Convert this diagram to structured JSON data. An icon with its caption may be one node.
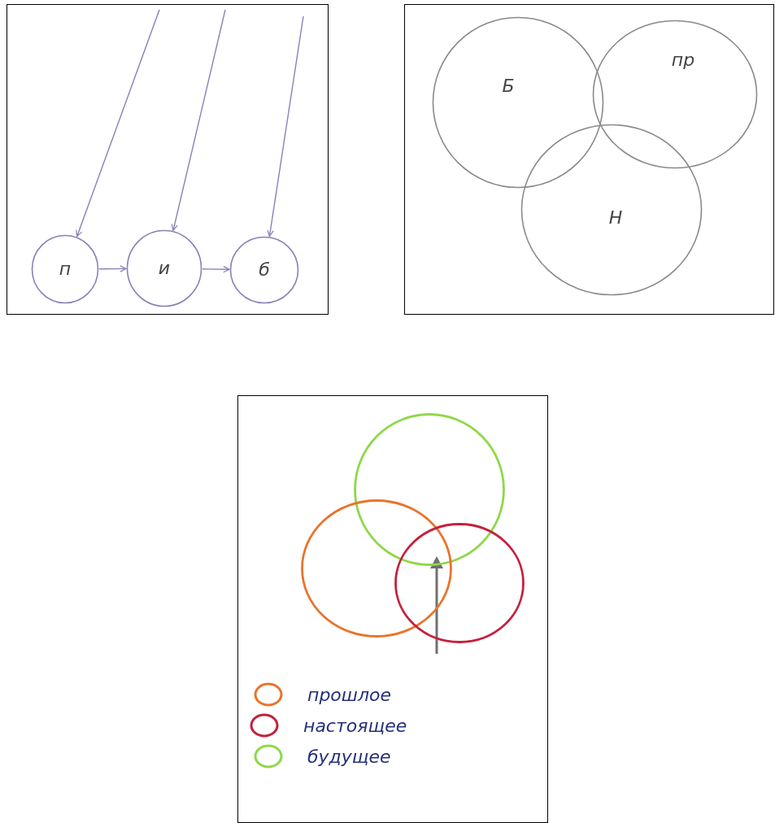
{
  "diagram": {
    "nodes": [
      {
        "text": [
          "п"
        ]
      },
      {
        "text": [
          "и"
        ]
      },
      {
        "text": [
          "б"
        ]
      },
      {
        "text": [
          "Б"
        ]
      },
      {
        "text": [
          "пр"
        ]
      },
      {
        "text": [
          "Н"
        ]
      },
      {
        "text": [],
        "shape": "circle"
      },
      {
        "text": [],
        "shape": "circle"
      },
      {
        "text": [],
        "shape": "circle"
      }
    ],
    "edges": [
      {
        "from": null,
        "to": 0,
        "arrow": "to"
      },
      {
        "from": null,
        "to": 1,
        "arrow": "to"
      },
      {
        "from": null,
        "to": 2,
        "arrow": "to"
      },
      {
        "from": 0,
        "to": 1,
        "arrow": "to"
      },
      {
        "from": 1,
        "to": 2,
        "arrow": "to"
      }
    ],
    "legend": [
      {
        "text": "прошлое",
        "color": "#e8742c"
      },
      {
        "text": "настоящее",
        "color": "#c4203c"
      },
      {
        "text": "будущее",
        "color": "#8fd84a"
      }
    ]
  }
}
